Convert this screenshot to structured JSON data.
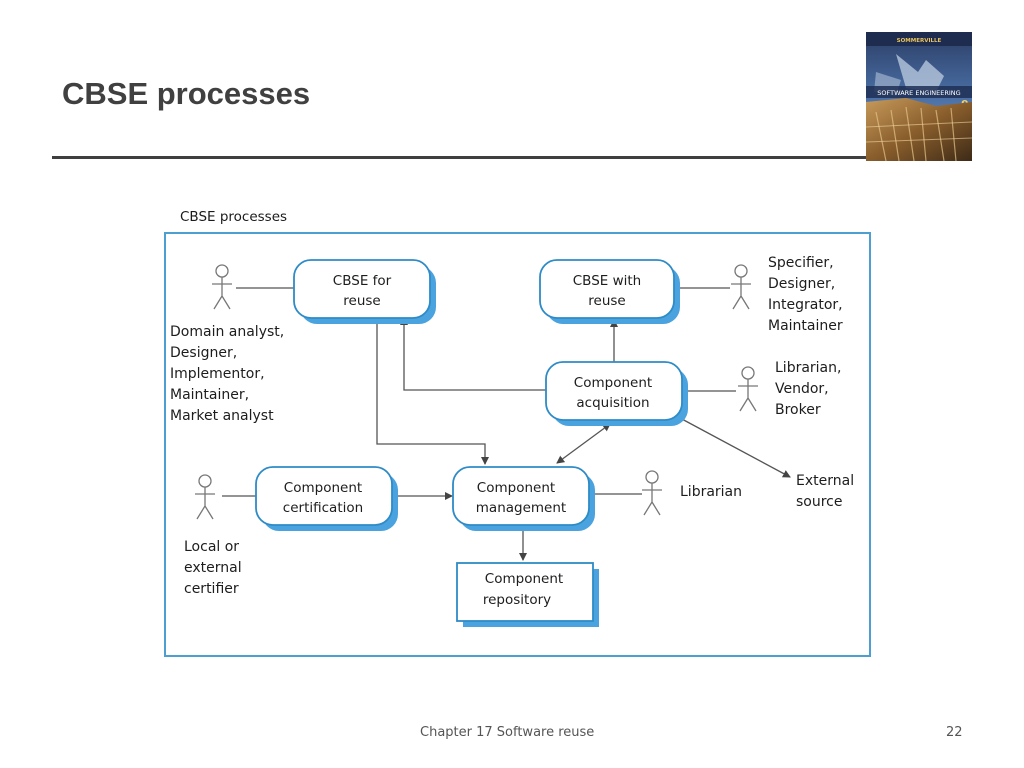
{
  "slide": {
    "title": "CBSE processes",
    "footer": "Chapter 17 Software reuse",
    "page_number": "22"
  },
  "book_cover": {
    "author": "SOMMERVILLE",
    "title": "SOFTWARE ENGINEERING",
    "edition": "9"
  },
  "diagram": {
    "caption": "CBSE processes",
    "colors": {
      "frame": "#4d9fd1",
      "node_border": "#2e8bc6",
      "node_shadow": "#4aa3df",
      "connector": "#444444",
      "actor": "#777777"
    },
    "nodes": {
      "cbse_for_reuse": [
        "CBSE for",
        "reuse"
      ],
      "cbse_with_reuse": [
        "CBSE with",
        "reuse"
      ],
      "component_acquisition": [
        "Component",
        "acquisition"
      ],
      "component_certification": [
        "Component",
        "certification"
      ],
      "component_management": [
        "Component",
        "management"
      ],
      "component_repository": [
        "Component",
        "repository"
      ]
    },
    "actors": {
      "domain_analyst": [
        "Domain analyst,",
        "Designer,",
        "Implementor,",
        "Maintainer,",
        "Market analyst"
      ],
      "specifier": [
        "Specifier,",
        "Designer,",
        "Integrator,",
        "Maintainer"
      ],
      "librarian_vendor": [
        "Librarian,",
        "Vendor,",
        "Broker"
      ],
      "librarian": [
        "Librarian"
      ],
      "certifier": [
        "Local or",
        "external",
        "certifier"
      ],
      "external_source": [
        "External",
        "source"
      ]
    }
  }
}
